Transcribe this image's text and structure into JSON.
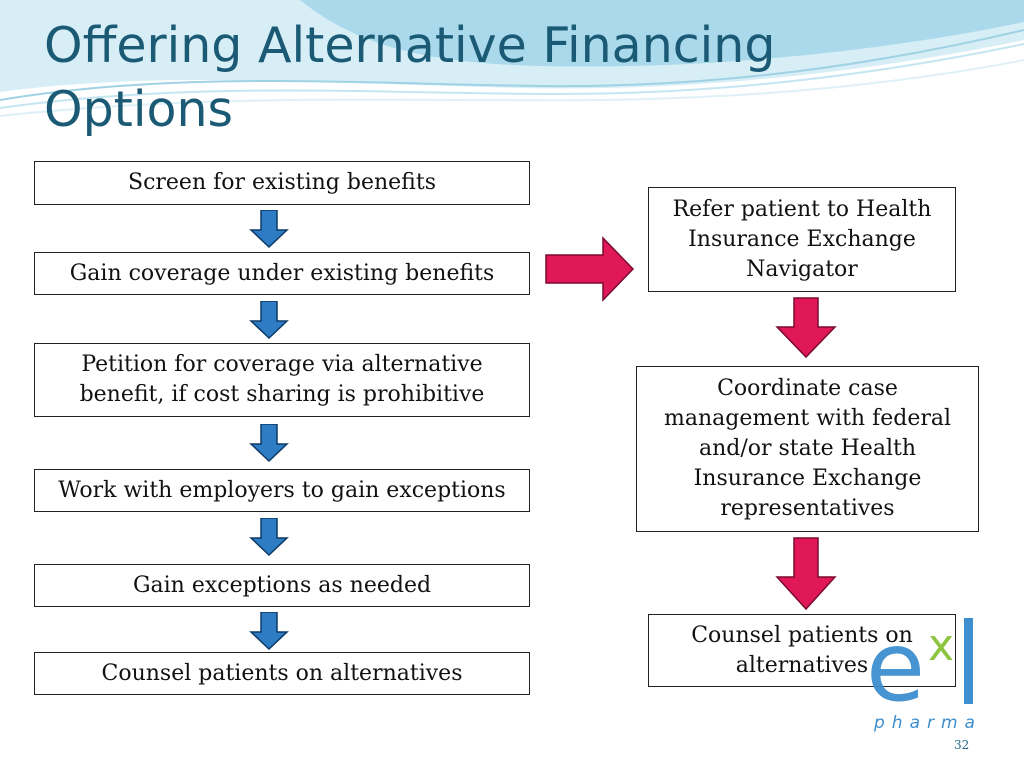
{
  "slide": {
    "title_line1": "Offering Alternative Financing",
    "title_line2": "Options",
    "page_number": "32"
  },
  "left_column": [
    {
      "text": "Screen for existing benefits"
    },
    {
      "text": "Gain coverage under existing benefits"
    },
    {
      "text": "Petition for coverage via alternative benefit, if cost sharing is prohibitive"
    },
    {
      "text": "Work with employers to gain exceptions"
    },
    {
      "text": "Gain exceptions as needed"
    },
    {
      "text": "Counsel patients on alternatives"
    }
  ],
  "right_column": [
    {
      "text": "Refer patient to Health Insurance Exchange Navigator"
    },
    {
      "text": "Coordinate case management with federal and/or state Health Insurance Exchange representatives"
    },
    {
      "text": "Counsel patients on alternatives"
    }
  ],
  "colors": {
    "title": "#1b5a75",
    "blue_arrow": "#2e7cc4",
    "pink_arrow": "#e0185a",
    "logo_blue": "#3d8fcf",
    "logo_green": "#8cc43f"
  },
  "logo": {
    "letter_e": "e",
    "letter_x": "x",
    "letter_l": "l",
    "wordmark": "pharma"
  }
}
